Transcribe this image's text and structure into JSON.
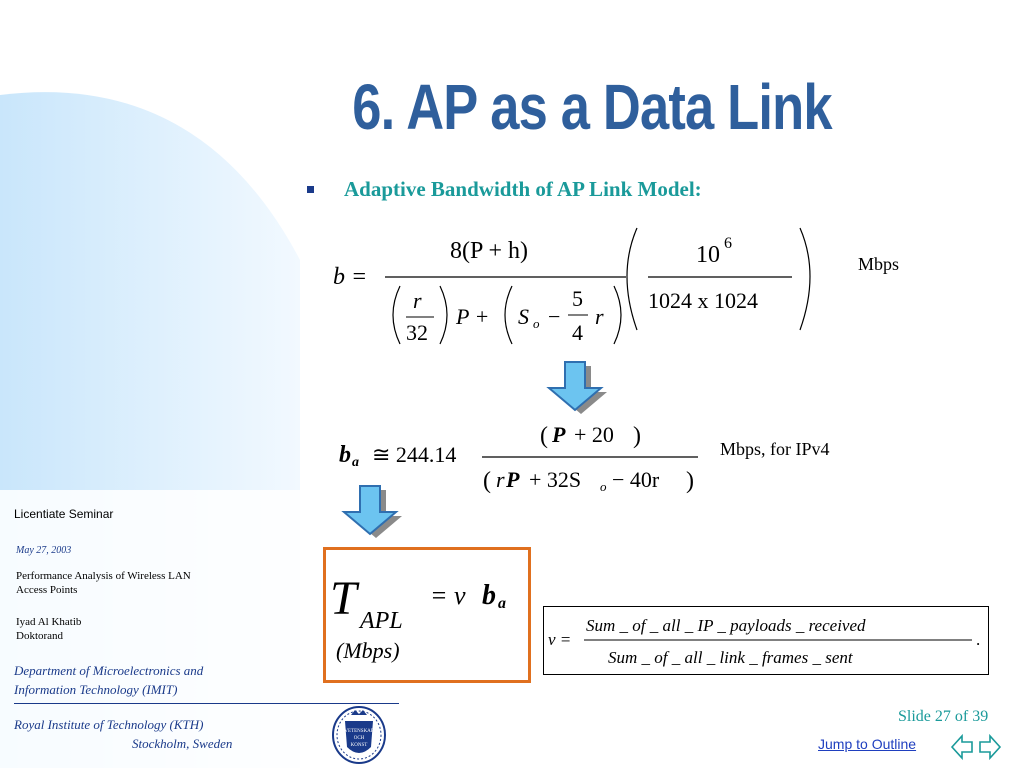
{
  "slide": {
    "title": "6. AP as a Data Link",
    "bullet": "Adaptive Bandwidth of AP Link Model:",
    "unit_1": "Mbps",
    "unit_2": "Mbps, for IPv4",
    "number": "Slide 27 of 39",
    "jump_link": "Jump to Outline"
  },
  "equations": {
    "eq1": {
      "lhs": "b =",
      "num": "8(P + h)",
      "den_frac_num": "r",
      "den_frac_den": "32",
      "den_mid": "P +",
      "den_so": "S",
      "den_so_sub": "o",
      "den_minus": "−",
      "den_5": "5",
      "den_4": "4",
      "den_r": "r",
      "factor_num": "10",
      "factor_exp": "6",
      "factor_den": "1024 x 1024"
    },
    "eq2": {
      "lhs": "b",
      "lhs_sub": "a",
      "approx": "≅ 244.14",
      "num_p": "P",
      "num_rest": "+ 20",
      "den_r": "r",
      "den_p": "P",
      "den_mid": "+ 32S",
      "den_sub": "o",
      "den_tail": "− 40r"
    },
    "eq3": {
      "lhs": "T",
      "lhs_sub": "APL",
      "rhs": "= v",
      "rhs_b": "b",
      "rhs_sub": "a",
      "unit": "(Mbps)"
    },
    "eq4": {
      "lhs": "v =",
      "num": "Sum _ of _ all _ IP _ payloads _ received",
      "den": "Sum _ of _ all _ link _ frames _ sent",
      "end": "."
    }
  },
  "sidebar": {
    "seminar": "Licentiate Seminar",
    "date": "May 27, 2003",
    "talk_line1": "Performance Analysis of Wireless LAN",
    "talk_line2": "Access Points",
    "author": "Iyad Al  Khatib",
    "role": "Doktorand",
    "dept_line1": "Department of Microelectronics and",
    "dept_line2": "Information Technology (IMIT)",
    "inst_line1": "Royal Institute of  Technology   (KTH)",
    "inst_line2": "Stockholm, Sweden",
    "seal_text": "VETENSKAP OCH KONST"
  },
  "colors": {
    "title": "#2f5f9c",
    "bullet_text": "#1a9a9a",
    "sidebar_blue": "#1a3a8a",
    "box_orange": "#e0701f",
    "arrow_fill": "#6cc4f0",
    "background_arc": "#dcefff"
  },
  "icons": {
    "bullet": "square-bullet-icon",
    "arrow": "down-arrow-icon",
    "nav": "left-right-arrow-icon",
    "seal": "kth-seal-icon"
  }
}
